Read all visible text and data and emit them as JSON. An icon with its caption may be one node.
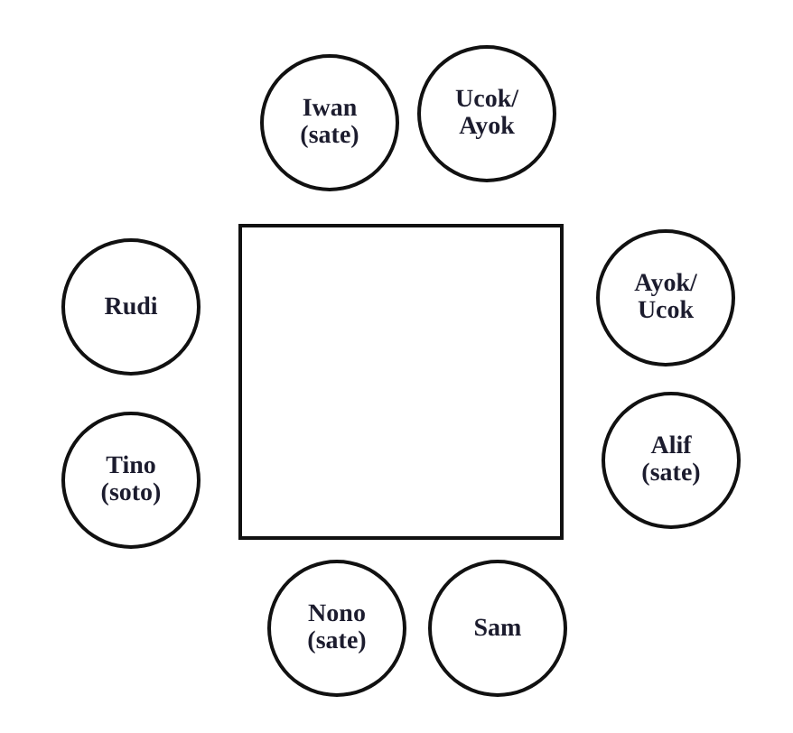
{
  "diagram": {
    "nodes": [
      {
        "text": [
          "Iwan (sate)"
        ]
      },
      {
        "text": [
          "Ucok/ Ayok"
        ]
      },
      {
        "text": [],
        "shape": "box"
      },
      {
        "text": [
          "Rudi"
        ]
      },
      {
        "text": [
          "Ayok/ Ucok"
        ]
      },
      {
        "text": [
          "Tino (soto)"
        ]
      },
      {
        "text": [
          "Alif (sate)"
        ]
      },
      {
        "text": [
          "Nono (sate)"
        ]
      },
      {
        "text": [
          "Sam"
        ]
      }
    ]
  }
}
